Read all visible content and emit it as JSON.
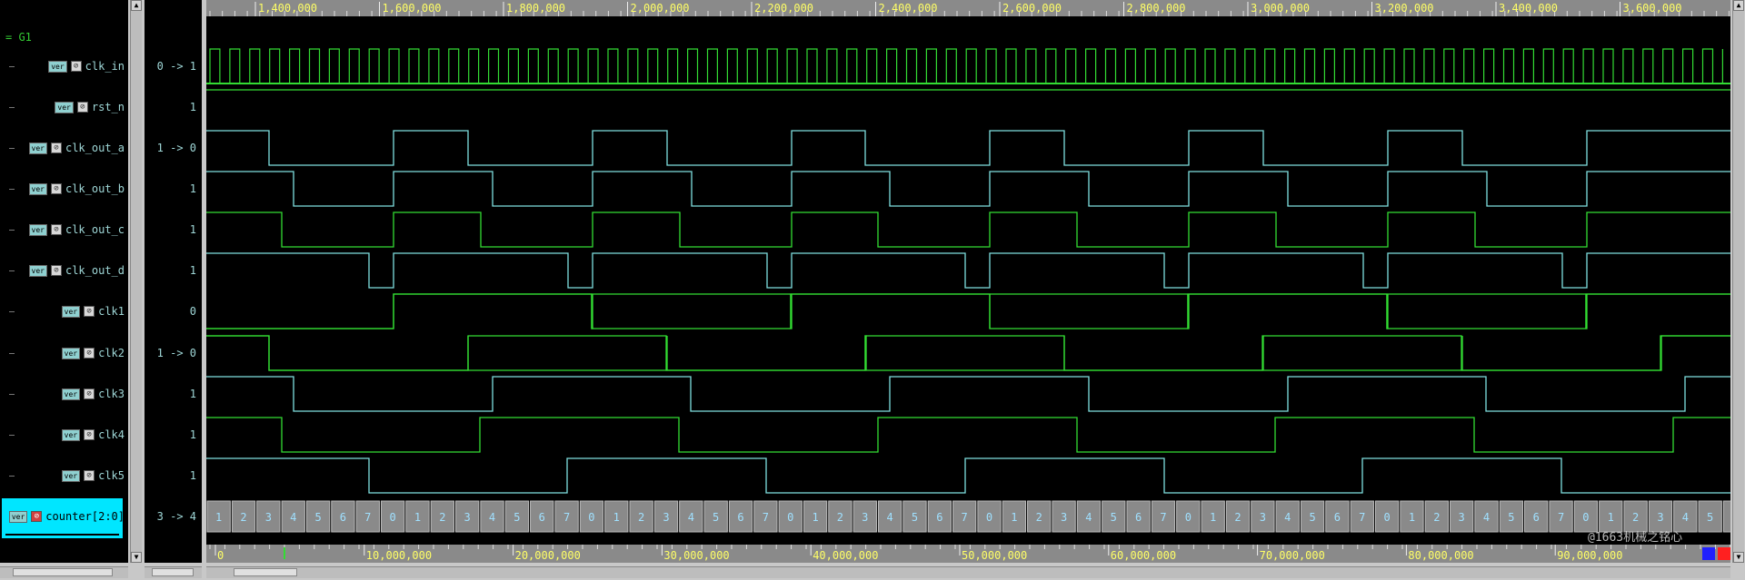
{
  "group": {
    "label": "= G1"
  },
  "signals": [
    {
      "name": "clk_in",
      "value": "0 -> 1",
      "badge": "ver"
    },
    {
      "name": "rst_n",
      "value": "1",
      "badge": "ver"
    },
    {
      "name": "clk_out_a",
      "value": "1 -> 0",
      "badge": "ver"
    },
    {
      "name": "clk_out_b",
      "value": "1",
      "badge": "ver"
    },
    {
      "name": "clk_out_c",
      "value": "1",
      "badge": "ver"
    },
    {
      "name": "clk_out_d",
      "value": "1",
      "badge": "ver"
    },
    {
      "name": "clk1",
      "value": "0",
      "badge": "ver"
    },
    {
      "name": "clk2",
      "value": "1 -> 0",
      "badge": "ver"
    },
    {
      "name": "clk3",
      "value": "1",
      "badge": "ver"
    },
    {
      "name": "clk4",
      "value": "1",
      "badge": "ver"
    },
    {
      "name": "clk5",
      "value": "1",
      "badge": "ver"
    },
    {
      "name": "counter[2:0]",
      "value": "3 -> 4",
      "badge": "ver"
    }
  ],
  "top_ruler_labels": [
    "1,400,000",
    "1,600,000",
    "1,800,000",
    "2,000,000",
    "2,200,000",
    "2,400,000",
    "2,600,000",
    "2,800,000",
    "3,000,000",
    "3,200,000",
    "3,400,000",
    "3,600,000"
  ],
  "bottom_ruler_labels": [
    "0",
    "10,000,000",
    "20,000,000",
    "30,000,000",
    "40,000,000",
    "50,000,000",
    "60,000,000",
    "70,000,000",
    "80,000,000",
    "90,000,000"
  ],
  "counter_sequence_start": 1,
  "watermark": "@1663机械之铭心",
  "colors": {
    "wave_green": "#33dd33",
    "wave_cyan": "#7fe0e0",
    "bus_fill": "#8a8a8a",
    "selected_row": "#00e6ff"
  }
}
